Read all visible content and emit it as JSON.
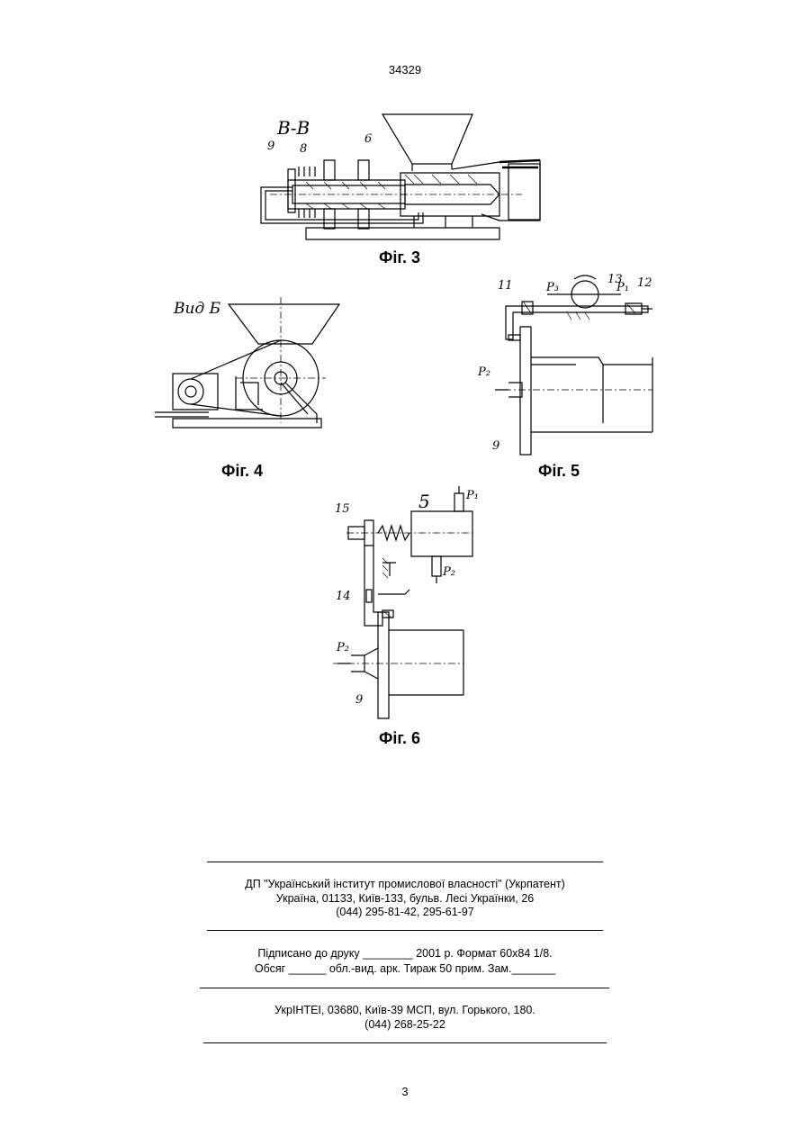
{
  "header": {
    "patent_number": "34329"
  },
  "figures": {
    "fig3": {
      "caption": "Фіг. 3",
      "section_label": "В-В",
      "labels": [
        "9",
        "8",
        "6"
      ]
    },
    "fig4": {
      "caption": "Фіг. 4",
      "view_label": "Вид Б"
    },
    "fig5": {
      "caption": "Фіг. 5",
      "labels": [
        "11",
        "13",
        "12",
        "P₃",
        "P₁",
        "P₂",
        "9"
      ]
    },
    "fig6": {
      "caption": "Фіг. 6",
      "labels": [
        "15",
        "5",
        "P₁",
        "P₂",
        "14",
        "P₂",
        "9"
      ]
    }
  },
  "imprint": {
    "org_line1": "ДП \"Український інститут промислової власності\" (Укрпатент)",
    "org_line2": "Україна, 01133, Київ-133, бульв. Лесі Українки, 26",
    "org_line3": "(044) 295-81-42, 295-61-97",
    "print_line1": "Підписано до друку ________ 2001 р.    Формат 60x84 1/8.",
    "print_line2": "Обсяг ______ обл.-вид. арк.   Тираж 50 прим.    Зам._______",
    "printer_line1": "УкрІНТЕІ, 03680, Київ-39 МСП, вул. Горького, 180.",
    "printer_line2": "(044) 268-25-22"
  },
  "footer": {
    "page_number": "3"
  }
}
